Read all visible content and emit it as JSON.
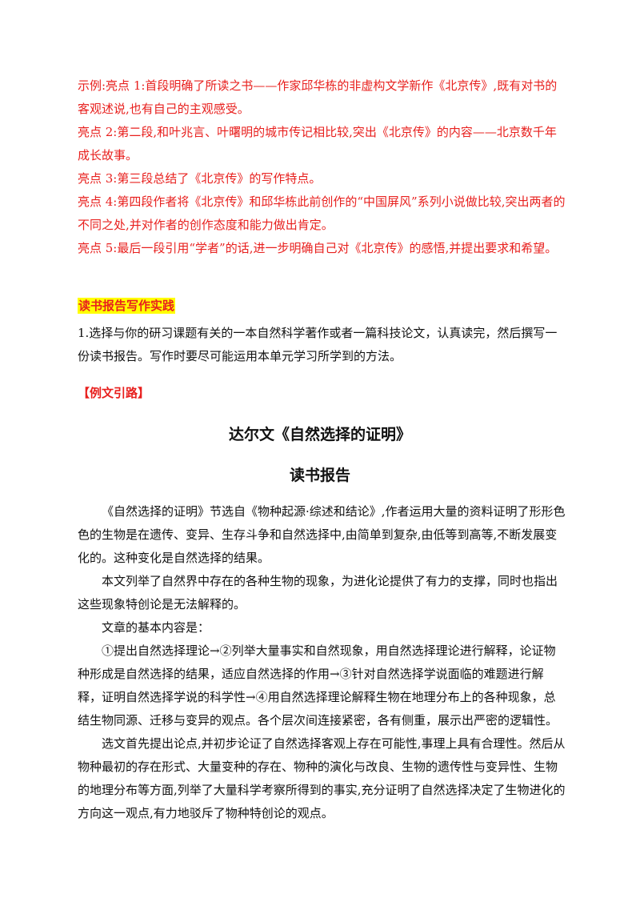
{
  "highlights": [
    "示例:亮点 1:首段明确了所读之书——作家邱华栋的非虚构文学新作《北京传》,既有对书的客观述说,也有自己的主观感受。",
    "亮点 2:第二段,和叶兆言、叶曙明的城市传记相比较,突出《北京传》的内容——北京数千年成长故事。",
    "亮点 3:第三段总结了《北京传》的写作特点。",
    "亮点 4:第四段作者将《北京传》和邱华栋此前创作的“中国屏风”系列小说做比较,突出两者的不同之处,并对作者的创作态度和能力做出肯定。",
    "亮点 5:最后一段引用“学者”的话,进一步明确自己对《北京传》的感悟,并提出要求和希望。"
  ],
  "practice": {
    "heading": "读书报告写作实践",
    "task": "1.选择与你的研习课题有关的一本自然科学著作或者一篇科技论文，认真读完，然后撰写一份读书报告。写作时要尽可能运用本单元学习所学到的方法。"
  },
  "example": {
    "heading": "【例文引路】",
    "title": "达尔文《自然选择的证明》",
    "subtitle": "读书报告",
    "paragraphs": [
      "《自然选择的证明》节选自《物种起源·综述和结论》,作者运用大量的资料证明了形形色色的生物是在遗传、变异、生存斗争和自然选择中,由简单到复杂,由低等到高等,不断发展变化的。这种变化是自然选择的结果。",
      "本文列举了自然界中存在的各种生物的现象，为进化论提供了有力的支撑，同时也指出这些现象特创论是无法解释的。",
      "文章的基本内容是：",
      "①提出自然选择理论→②列举大量事实和自然现象，用自然选择理论进行解释，论证物种形成是自然选择的结果，适应自然选择的作用→③针对自然选择学说面临的难题进行解释，证明自然选择学说的科学性→④用自然选择理论解释生物在地理分布上的各种现象，总结生物同源、迁移与变异的观点。各个层次间连接紧密，各有侧重，展示出严密的逻辑性。",
      "选文首先提出论点,并初步论证了自然选择客观上存在可能性,事理上具有合理性。然后从物种最初的存在形式、大量变种的存在、物种的演化与改良、生物的遗传性与变异性、生物的地理分布等方面,列举了大量科学考察所得到的事实,充分证明了自然选择决定了生物进化的方向这一观点,有力地驳斥了物种特创论的观点。"
    ]
  }
}
